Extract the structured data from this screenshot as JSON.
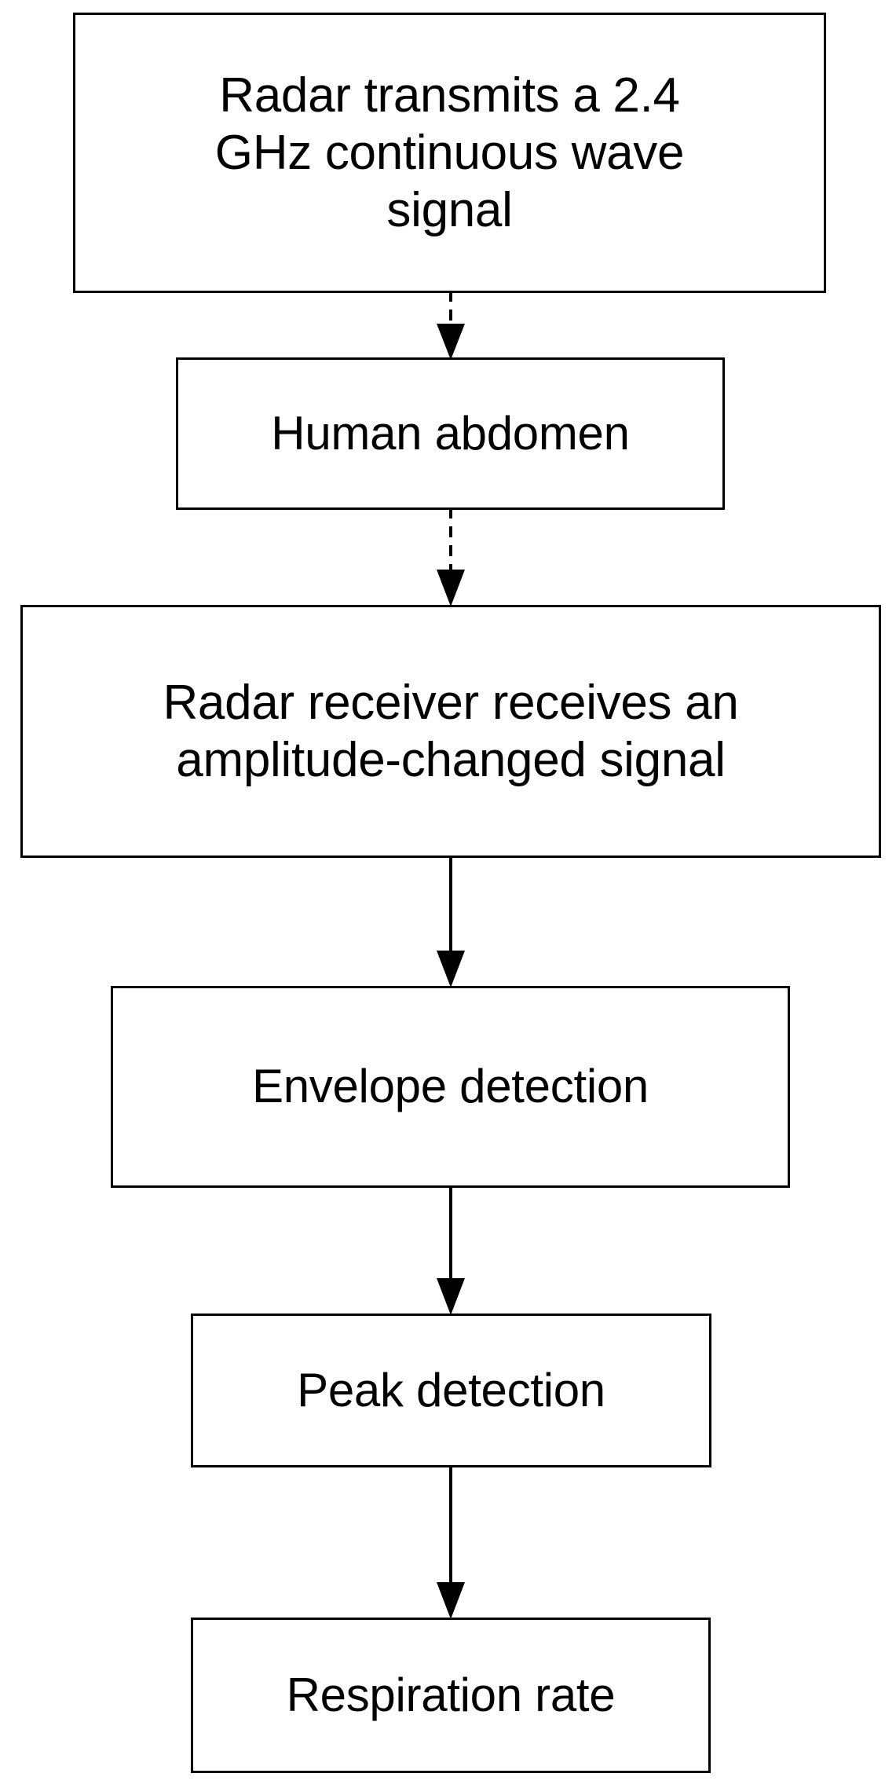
{
  "diagram": {
    "title": "Radar respiration-rate detection flowchart",
    "background_color": "#ffffff",
    "stroke_color": "#000000",
    "orientation": "top-to-bottom",
    "nodes": [
      {
        "id": "transmit",
        "label": "Radar transmits a 2.4\nGHz continuous wave\nsignal",
        "shape": "rectangle"
      },
      {
        "id": "abdomen",
        "label": "Human abdomen",
        "shape": "rectangle"
      },
      {
        "id": "receiver",
        "label": "Radar receiver receives an\namplitude-changed signal",
        "shape": "rectangle"
      },
      {
        "id": "envelope",
        "label": "Envelope detection",
        "shape": "rectangle"
      },
      {
        "id": "peak",
        "label": "Peak detection",
        "shape": "rectangle"
      },
      {
        "id": "respiration",
        "label": "Respiration rate",
        "shape": "rectangle"
      }
    ],
    "edges": [
      {
        "id": "1-2",
        "from": "transmit",
        "to": "abdomen",
        "style": "dashed",
        "arrowhead": "filled-triangle",
        "label": ""
      },
      {
        "id": "2-3",
        "from": "abdomen",
        "to": "receiver",
        "style": "dashed",
        "arrowhead": "filled-triangle",
        "label": ""
      },
      {
        "id": "3-4",
        "from": "receiver",
        "to": "envelope",
        "style": "solid",
        "arrowhead": "filled-triangle",
        "label": ""
      },
      {
        "id": "4-5",
        "from": "envelope",
        "to": "peak",
        "style": "solid",
        "arrowhead": "filled-triangle",
        "label": ""
      },
      {
        "id": "5-6",
        "from": "peak",
        "to": "respiration",
        "style": "solid",
        "arrowhead": "filled-triangle",
        "label": ""
      }
    ]
  }
}
